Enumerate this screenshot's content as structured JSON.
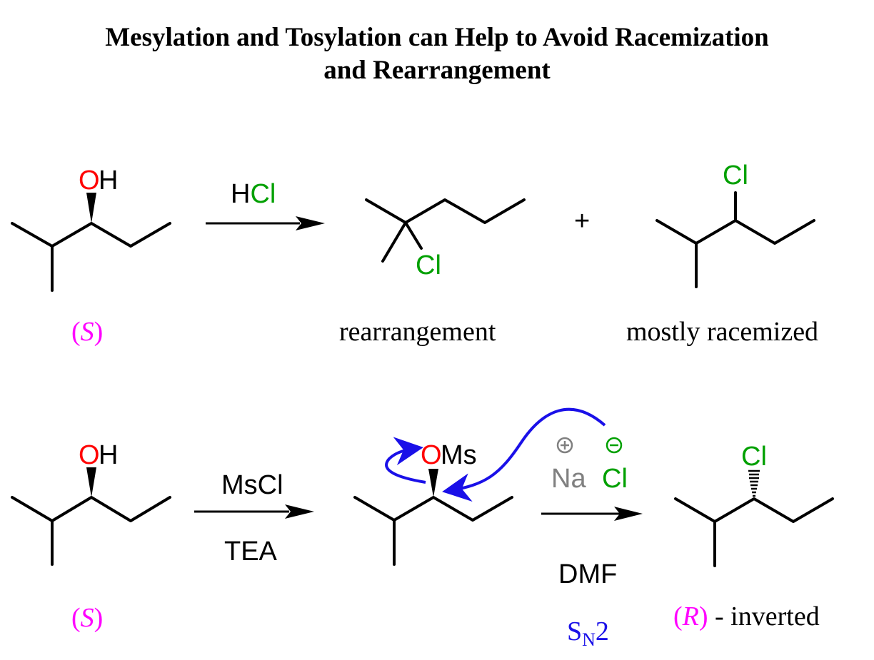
{
  "title": {
    "line1": "Mesylation and Tosylation can Help to Avoid Racemization",
    "line2": "and Rearrangement"
  },
  "colors": {
    "oxygen": "#ff0000",
    "chlorine": "#00a000",
    "stereo_label": "#ff00ff",
    "mechanism_arrow": "#1a10e8",
    "sodium": "#808080"
  },
  "reaction1": {
    "reactant": {
      "o": "O",
      "h": "H",
      "config_open": "(",
      "config": "S",
      "config_close": ")"
    },
    "reagent": {
      "h": "H",
      "cl": "Cl"
    },
    "product1": {
      "cl": "Cl",
      "label": "rearrangement"
    },
    "plus": "+",
    "product2": {
      "cl": "Cl",
      "label": "mostly racemized"
    }
  },
  "reaction2": {
    "reactant": {
      "o": "O",
      "h": "H",
      "config_open": "(",
      "config": "S",
      "config_close": ")"
    },
    "step1": {
      "above": "MsCl",
      "below": "TEA"
    },
    "intermediate": {
      "o": "O",
      "ms": "Ms"
    },
    "step2": {
      "na": "Na",
      "na_charge": "+",
      "cl": "Cl",
      "cl_charge": "−",
      "below": "DMF"
    },
    "mechanism": {
      "s": "S",
      "n": "N",
      "two": "2"
    },
    "product": {
      "cl": "Cl",
      "config_open": "(",
      "config": "R",
      "config_close": ")",
      "suffix": " - inverted"
    }
  }
}
